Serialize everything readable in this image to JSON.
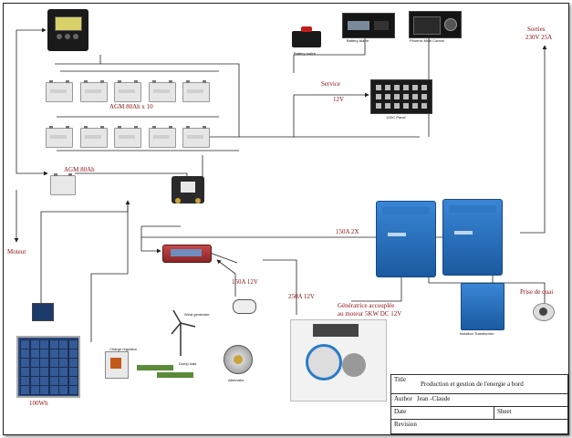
{
  "components": {
    "battery_monitor": {
      "icon": "battery-monitor-icon"
    },
    "battery_alarm": {
      "label": "Battery Alarm"
    },
    "multi_control": {
      "label": "Phoenix Multi Control"
    },
    "battery_switch": {
      "label": "Battery swtch"
    },
    "dc_panel": {
      "label": "12DC Panel"
    },
    "isolation_transformer": {
      "label": "Isolation Transformer"
    },
    "alternator": {
      "label": "Alternator"
    },
    "wind_generator": {
      "label": "Wind generator"
    },
    "charge_regulator": {
      "label": "Charge regulator"
    },
    "dump_load": {
      "label": "Dump load"
    }
  },
  "labels": {
    "agm_bank": "AGM 80Ah x 10",
    "agm_start": "AGM 80Ah",
    "moteur": "Moteur",
    "service": "Service",
    "service_voltage": "12V",
    "inverter_current": "150A 2X",
    "output": "Sorties",
    "output_rating": "230V 25A",
    "shore_power": "Prise de quai",
    "alt_small": "150A 12V",
    "alt_big": "250A 12V",
    "generator_line1": "Génératrice accouplée",
    "generator_line2": "au moteur 5KW DC 12V",
    "solar": "100Wh"
  },
  "title_block": {
    "title_label": "Title",
    "title_value": "Production et gestion de l'energie a bord",
    "author_label": "Author",
    "author_value": "Jean -Claude",
    "date_label": "Date",
    "sheet_label": "Sheet",
    "revision_label": "Revision"
  },
  "colors": {
    "wire": "#222222",
    "label_red": "#8a1010",
    "inverter_blue": "#1f66b3"
  }
}
